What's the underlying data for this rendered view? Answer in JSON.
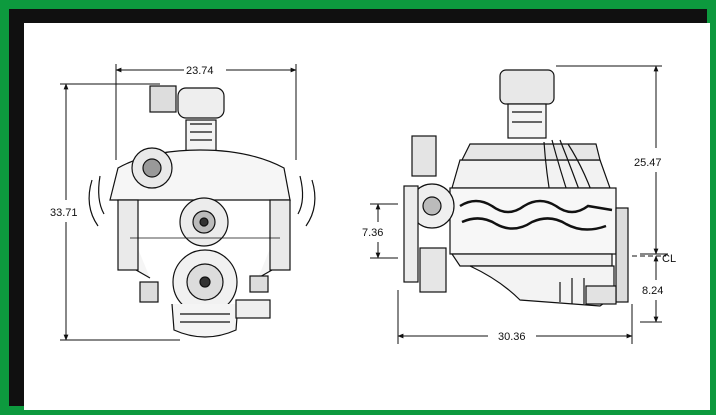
{
  "diagram": {
    "dimensions": {
      "front_width": "23.74",
      "front_height": "33.71",
      "side_height_upper": "25.47",
      "side_left": "7.36",
      "side_lower": "8.24",
      "side_length": "30.36",
      "centerline_symbol": "CL"
    }
  },
  "colors": {
    "frame_border": "#0d9a3e",
    "frame_outer": "#101010",
    "sheet": "#ffffff",
    "ink": "#111111"
  }
}
